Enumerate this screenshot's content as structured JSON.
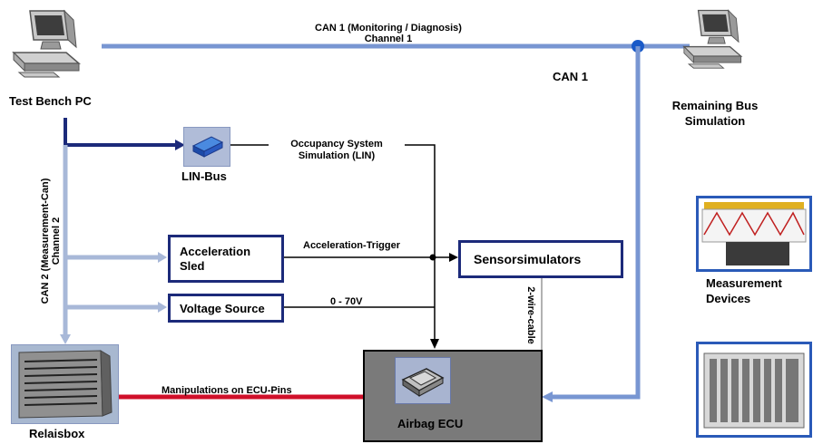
{
  "pcs": {
    "test_bench": "Test Bench PC",
    "remaining_bus": "Remaining Bus\nSimulation"
  },
  "buses": {
    "can1_line1": "CAN 1 (Monitoring / Diagnosis)",
    "can1_line2": "Channel 1",
    "can1_short": "CAN 1",
    "can2_line1": "CAN 2 (Measurement-Can)",
    "can2_line2": "Channel 2"
  },
  "nodes": {
    "lin_bus": "LIN-Bus",
    "acceleration_sled": "Acceleration\nSled",
    "voltage_source": "Voltage Source",
    "sensorsimulators": "Sensorsimulators",
    "airbag_ecu": "Airbag ECU",
    "relaisbox": "Relaisbox",
    "measurement_devices": "Measurement\nDevices"
  },
  "connections": {
    "occupancy_line1": "Occupancy System",
    "occupancy_line2": "Simulation (LIN)",
    "acceleration_trigger": "Acceleration-Trigger",
    "voltage_range": "0 - 70V",
    "two_wire": "2-wire-cable",
    "manipulations": "Manipulations on ECU-Pins"
  },
  "colors": {
    "can1": "#6f8fd0",
    "can2": "#a8b8d8",
    "dark_blue": "#1c2a7a",
    "red_wire": "#d0102a"
  }
}
